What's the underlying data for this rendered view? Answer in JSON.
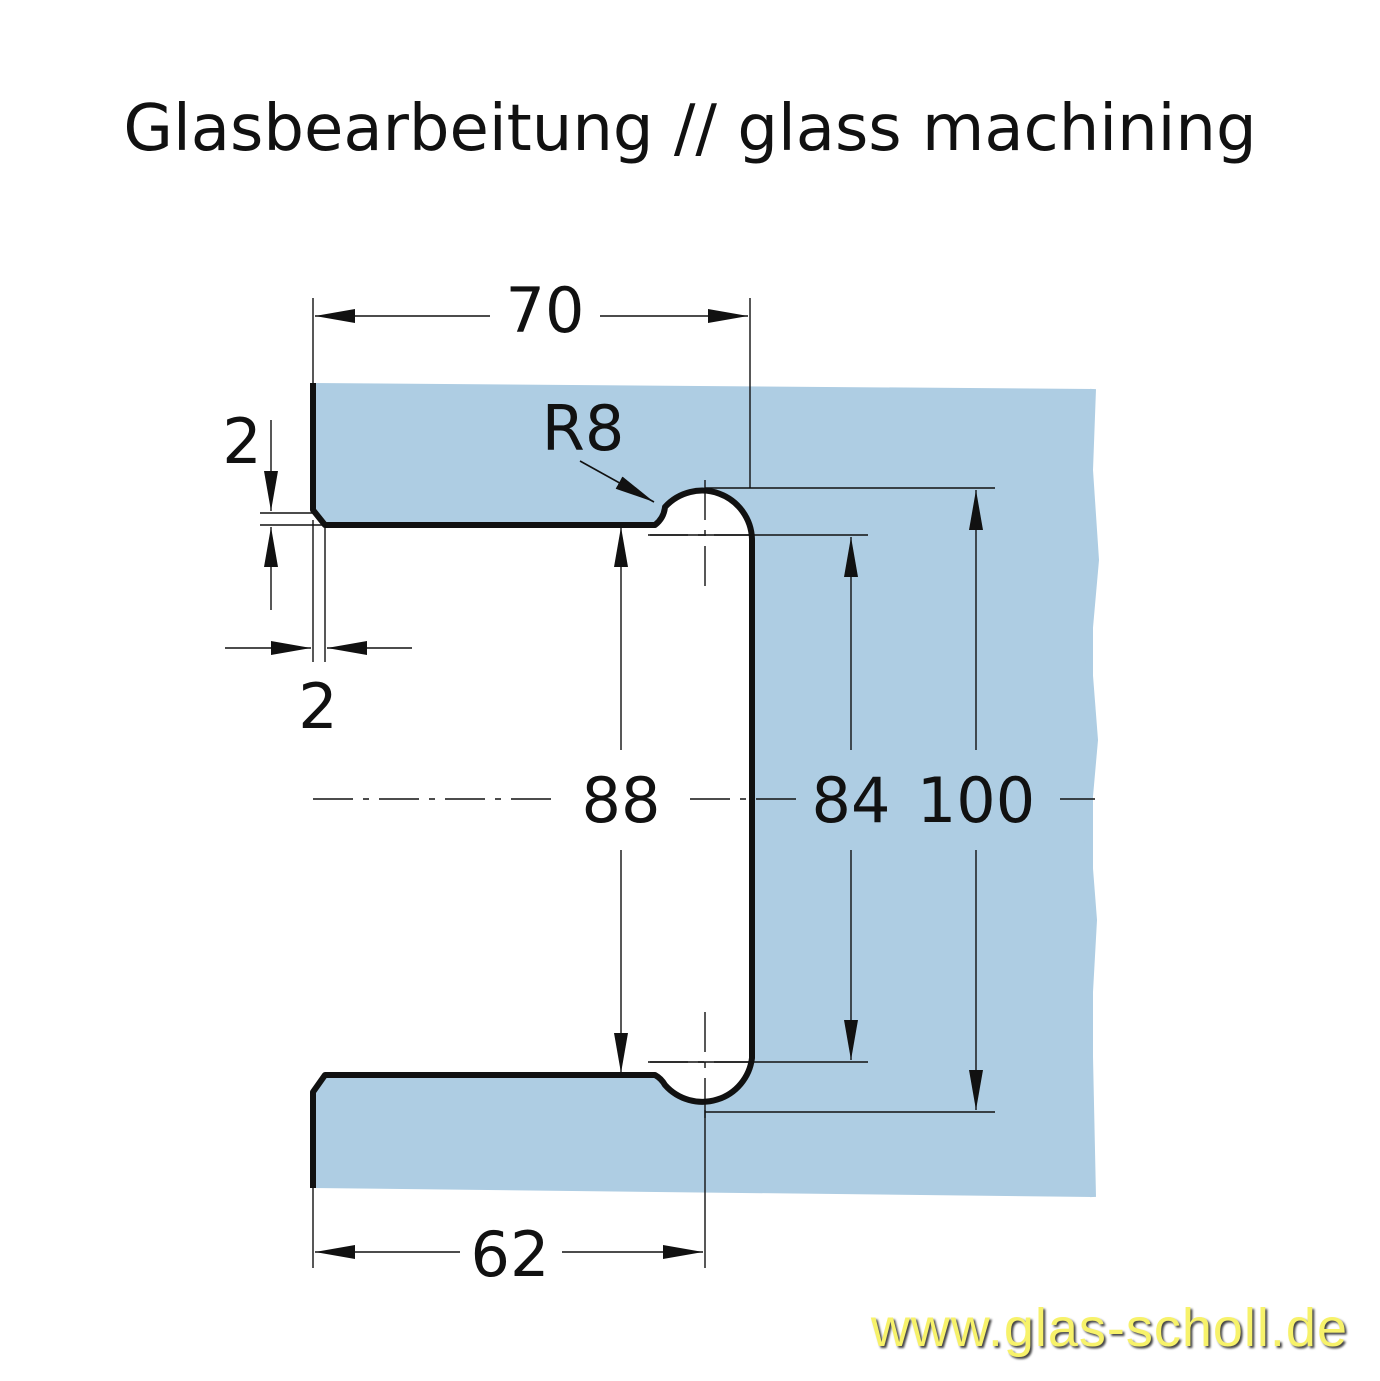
{
  "title": "Glasbearbeitung // glass machining",
  "dimensions": {
    "top_width": "70",
    "radius": "R8",
    "chamfer_vertical": "2",
    "chamfer_horizontal": "2",
    "opening_height": "88",
    "inner_height": "84",
    "total_height": "100",
    "bottom_depth": "62"
  },
  "colors": {
    "glass": "#aecde3",
    "outline": "#111111",
    "watermark": "#f7f26a"
  },
  "watermark": "www.glas-scholl.de"
}
